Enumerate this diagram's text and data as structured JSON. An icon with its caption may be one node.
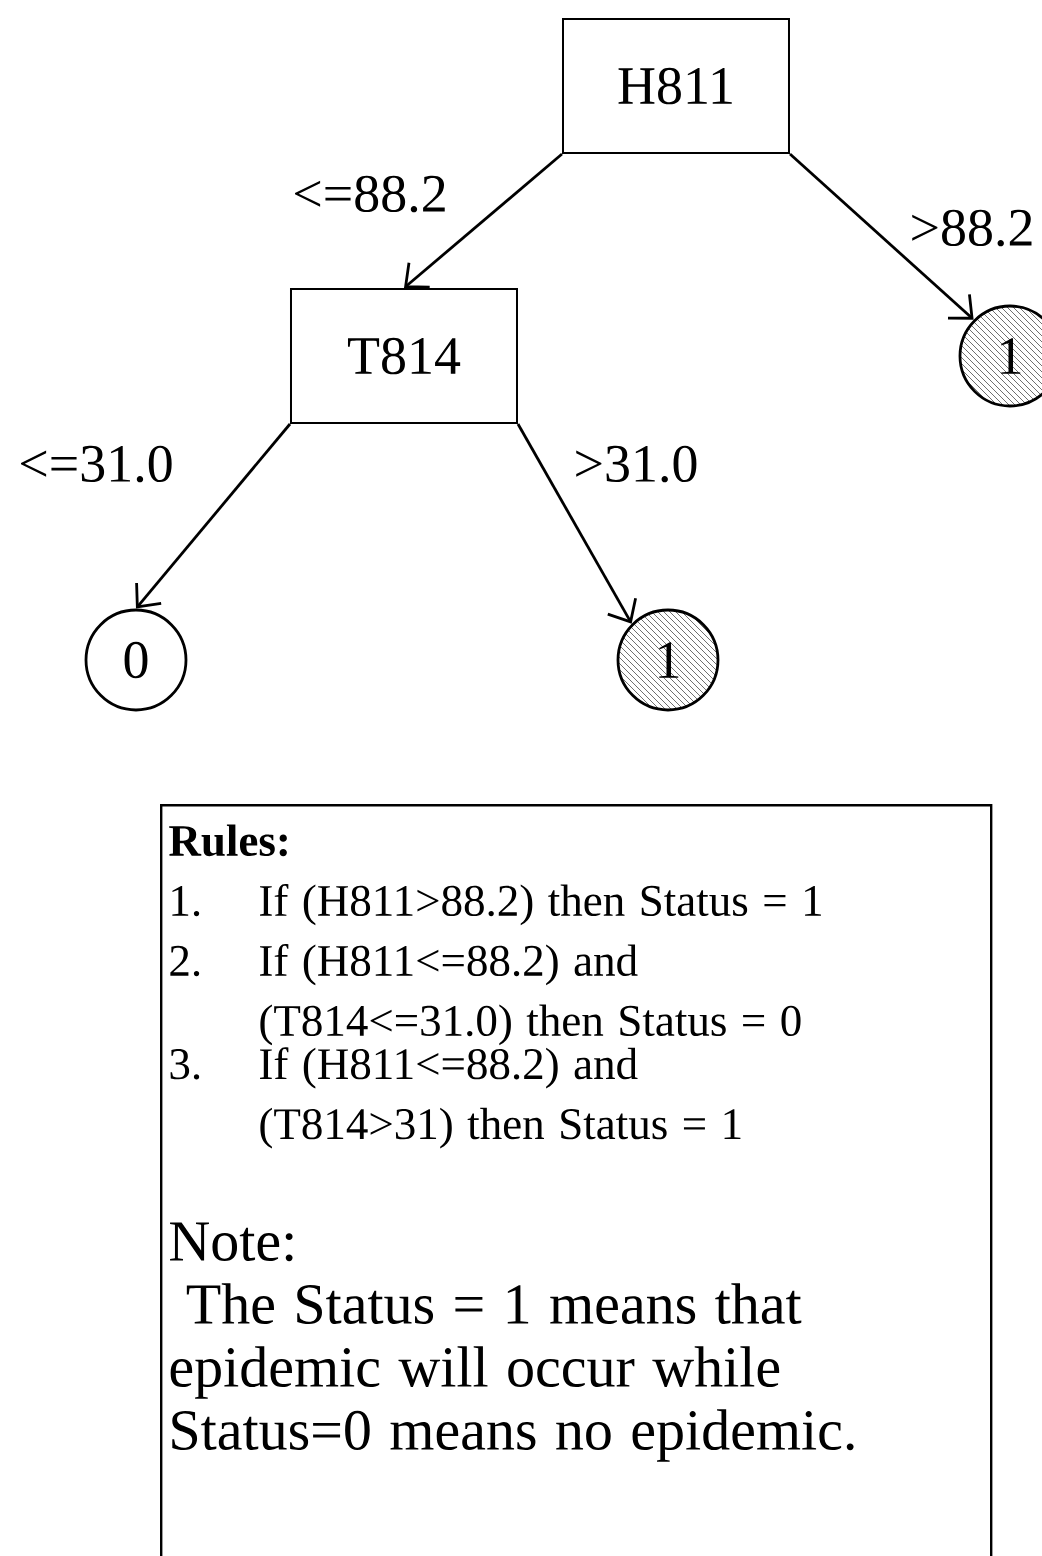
{
  "diagram": {
    "nodes": [
      {
        "text": [
          "H811"
        ]
      },
      {
        "text": [
          "T814"
        ]
      },
      {
        "text": [
          "1"
        ]
      },
      {
        "text": [
          "0"
        ]
      },
      {
        "text": [
          "1"
        ]
      },
      {
        "text": [
          "Rules:",
          "1.",
          "If  (H811>88.2) then Status = 1",
          "2.",
          "If (H811<=88.2) and (T814<=31.0) then  Status = 0",
          "3.",
          "If (H811<=88.2) and (T814>31) then Status = 1",
          "Note:",
          "The Status = 1 means that epidemic will occur while Status=0 means no epidemic."
        ]
      }
    ],
    "edges": [
      {
        "from": 0,
        "to": 1,
        "arrow": "to",
        "label": "<=88.2"
      },
      {
        "from": 0,
        "to": 2,
        "arrow": "to",
        "label": ">88.2"
      },
      {
        "from": 1,
        "to": 3,
        "arrow": "to",
        "label": "<=31.0"
      },
      {
        "from": 1,
        "to": 4,
        "arrow": "to",
        "label": ">31.0"
      }
    ]
  }
}
